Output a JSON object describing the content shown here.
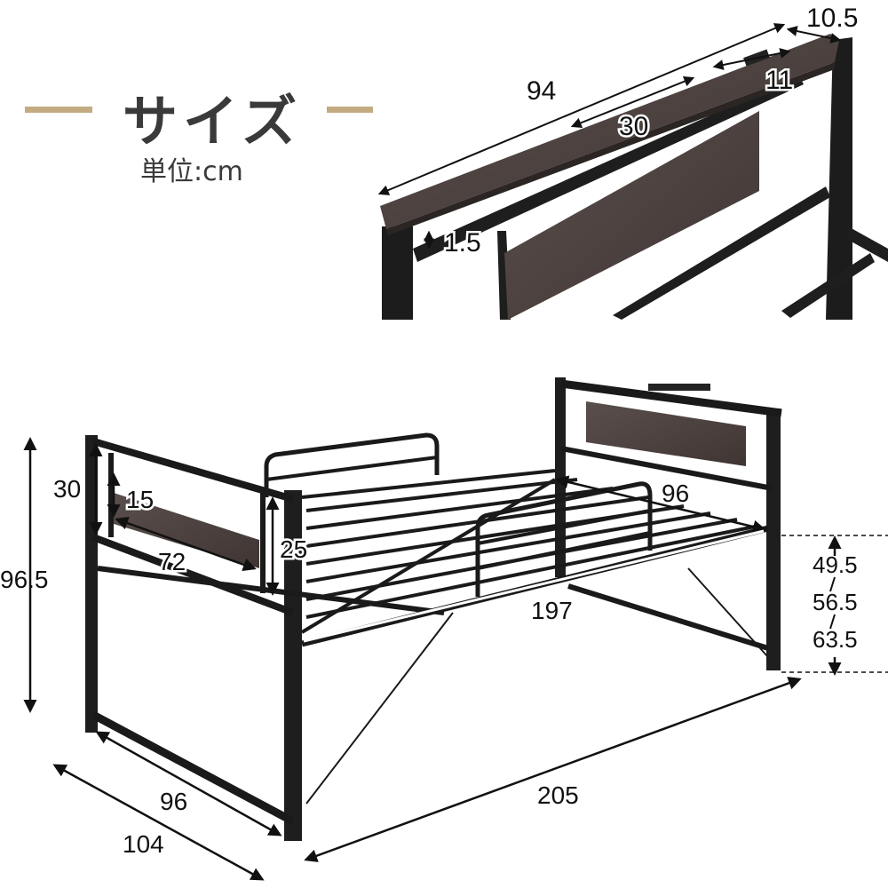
{
  "header": {
    "title": "サイズ",
    "unit": "単位:cm",
    "accent_color": "#c2ab82",
    "text_color": "#3a3a3a"
  },
  "headboard_detail": {
    "width": "94",
    "depth": "10.5",
    "thickness": "1.5",
    "shelf_slot": "30",
    "outlet": "11"
  },
  "bed_dimensions": {
    "total_height": "96.5",
    "guard_height": "30",
    "guard_panel_height": "15",
    "guard_panel_width": "72",
    "guard_above_deck": "25",
    "inner_width": "96",
    "inner_length": "197",
    "deck_heights": [
      "49.5",
      "56.5",
      "63.5"
    ],
    "outer_width_inner": "96",
    "outer_width": "104",
    "outer_length": "205"
  }
}
